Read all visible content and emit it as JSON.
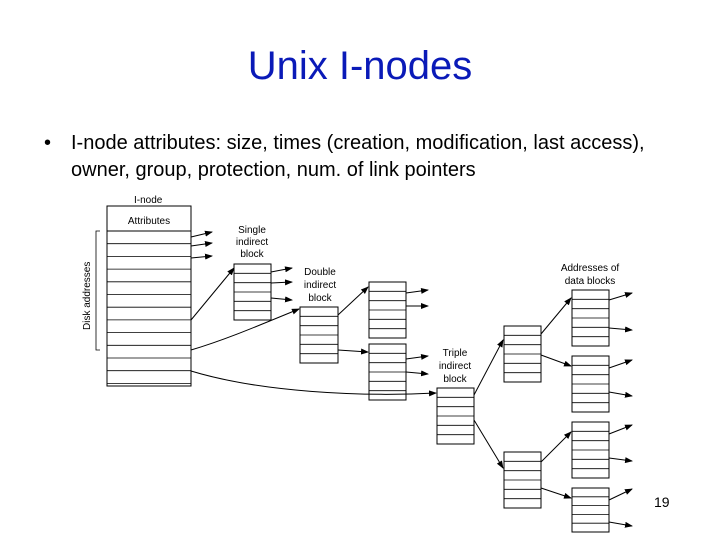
{
  "slide": {
    "title": "Unix I-nodes",
    "bullet": "I-node attributes: size, times (creation, modification, last access), owner, group, protection, num. of link pointers",
    "page_number": "19"
  },
  "diagram": {
    "labels": {
      "inode": "I-node",
      "attributes": "Attributes",
      "disk_addresses": "Disk addresses",
      "single": [
        "Single",
        "indirect",
        "block"
      ],
      "double": [
        "Double",
        "indirect",
        "block"
      ],
      "triple": [
        "Triple",
        "indirect",
        "block"
      ],
      "data": [
        "Addresses of",
        "data blocks"
      ]
    }
  }
}
